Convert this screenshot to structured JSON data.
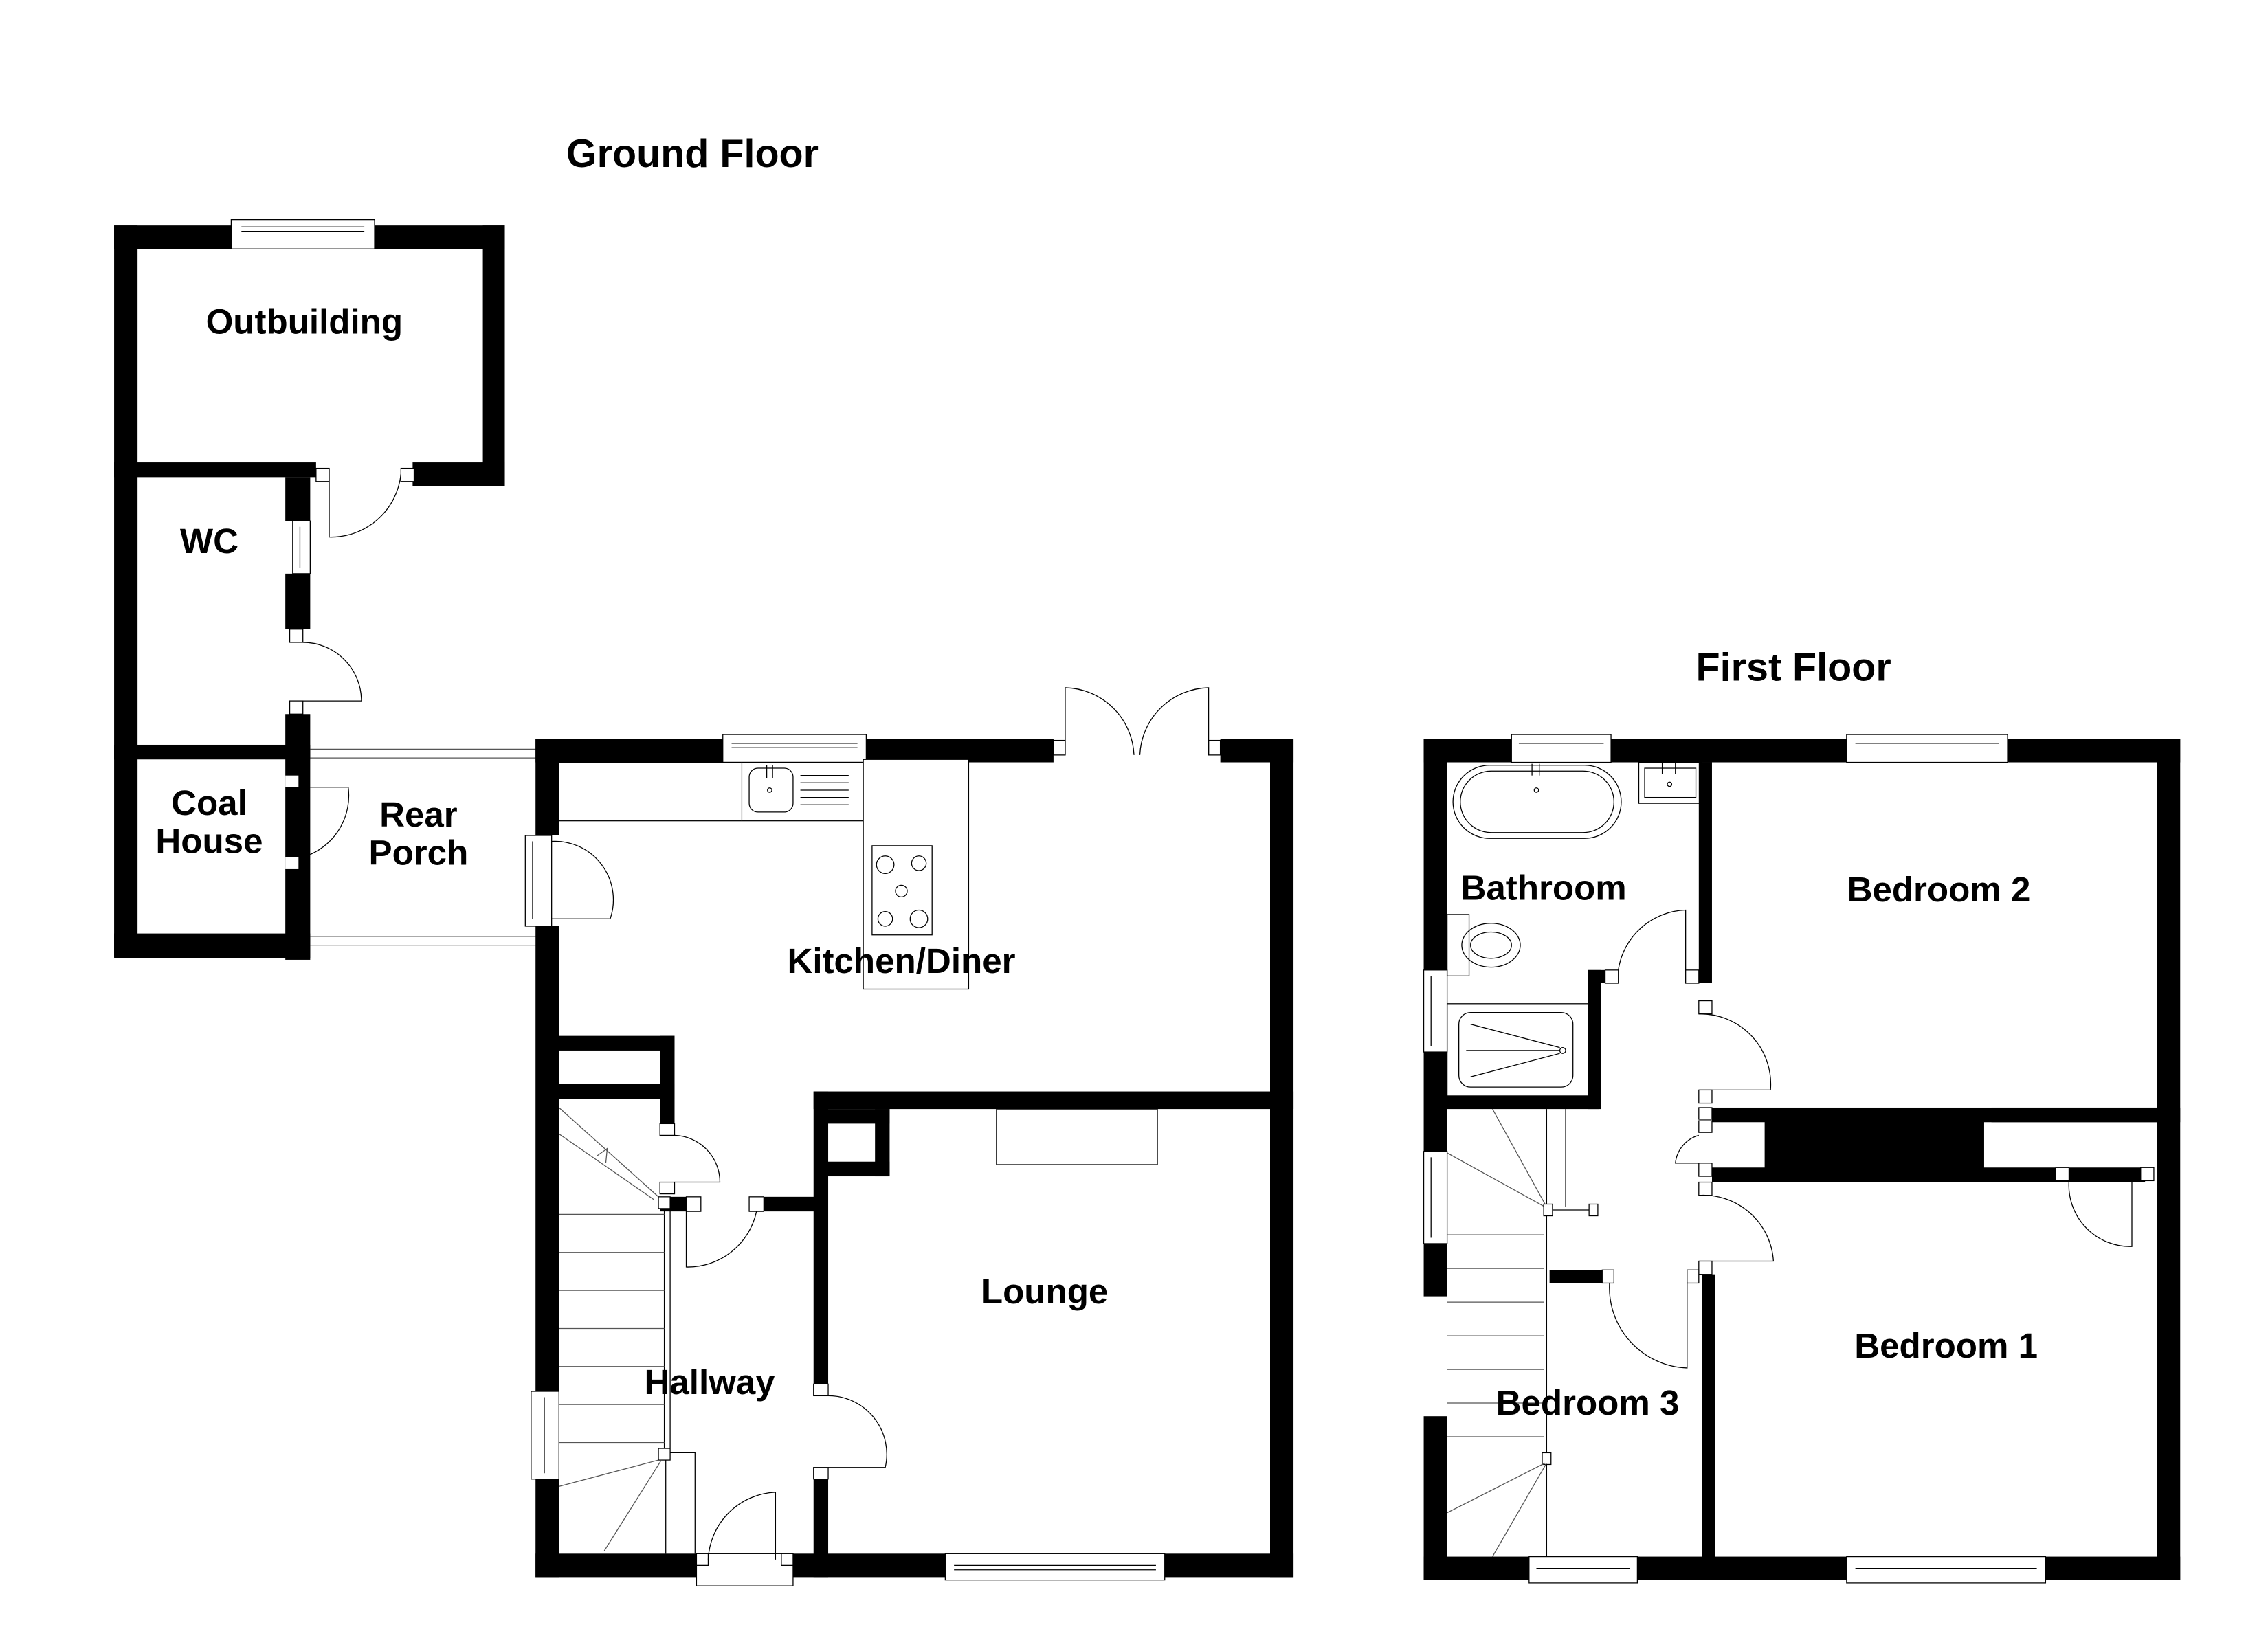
{
  "floors": [
    {
      "title": "Ground Floor",
      "rooms": [
        {
          "label": "Outbuilding"
        },
        {
          "label": "WC"
        },
        {
          "label_line1": "Coal",
          "label_line2": "House"
        },
        {
          "label_line1": "Rear",
          "label_line2": "Porch"
        },
        {
          "label": "Kitchen/Diner"
        },
        {
          "label": "Lounge"
        },
        {
          "label": "Hallway"
        }
      ]
    },
    {
      "title": "First Floor",
      "rooms": [
        {
          "label": "Bathroom"
        },
        {
          "label": "Bedroom 2"
        },
        {
          "label": "Bedroom 1"
        },
        {
          "label": "Bedroom 3"
        }
      ]
    }
  ],
  "colors": {
    "wall": "#000000",
    "background": "#ffffff",
    "fixture_line": "#000000"
  }
}
